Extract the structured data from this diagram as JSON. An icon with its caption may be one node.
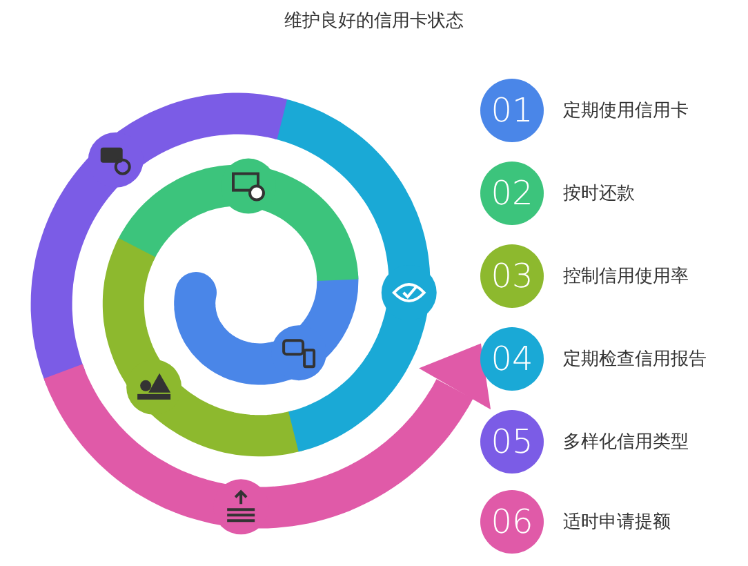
{
  "diagram": {
    "title": "维护良好的信用卡状态",
    "nodes": [
      {
        "text": [
          "01",
          "定期使用信用卡"
        ]
      },
      {
        "text": [
          "02",
          "按时还款"
        ]
      },
      {
        "text": [
          "03",
          "控制信用使用率"
        ]
      },
      {
        "text": [
          "04",
          "定期检查信用报告"
        ]
      },
      {
        "text": [
          "05",
          "多样化信用类型"
        ]
      },
      {
        "text": [
          "06",
          "适时申请提额"
        ]
      }
    ]
  }
}
